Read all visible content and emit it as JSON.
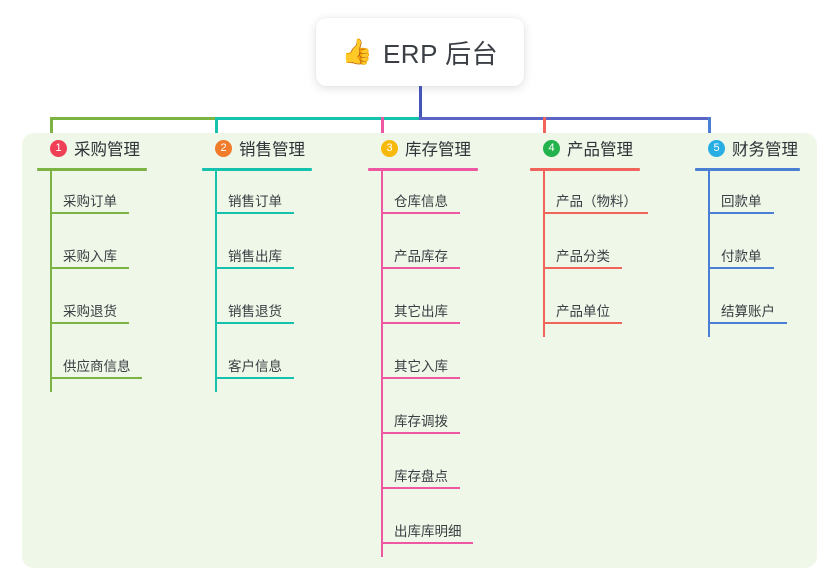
{
  "canvas": {
    "background": "#ffffff",
    "panel_background": "#eef7e8"
  },
  "root": {
    "icon": "thumbs-up-icon",
    "icon_glyph": "👍",
    "title": "ERP 后台",
    "card_background": "#ffffff"
  },
  "connectors": {
    "stem_color": "#4355b9",
    "bar_segments": [
      {
        "color": "#7cb342"
      },
      {
        "color": "#14c2ad"
      },
      {
        "color": "#5b63c4"
      }
    ]
  },
  "columns": [
    {
      "index": "1",
      "title": "采购管理",
      "color": "#7cb342",
      "badge_color": "#ef4056",
      "items": [
        {
          "label": "采购订单"
        },
        {
          "label": "采购入库"
        },
        {
          "label": "采购退货"
        },
        {
          "label": "供应商信息"
        }
      ]
    },
    {
      "index": "2",
      "title": "销售管理",
      "color": "#14c2ad",
      "badge_color": "#f07b2a",
      "items": [
        {
          "label": "销售订单"
        },
        {
          "label": "销售出库"
        },
        {
          "label": "销售退货"
        },
        {
          "label": "客户信息"
        }
      ]
    },
    {
      "index": "3",
      "title": "库存管理",
      "color": "#ee57a1",
      "badge_color": "#f7b90c",
      "items": [
        {
          "label": "仓库信息"
        },
        {
          "label": "产品库存"
        },
        {
          "label": "其它出库"
        },
        {
          "label": "其它入库"
        },
        {
          "label": "库存调拨"
        },
        {
          "label": "库存盘点"
        },
        {
          "label": "出库库明细"
        }
      ]
    },
    {
      "index": "4",
      "title": "产品管理",
      "color": "#f0645c",
      "badge_color": "#24b24c",
      "items": [
        {
          "label": "产品（物料）"
        },
        {
          "label": "产品分类"
        },
        {
          "label": "产品单位"
        }
      ]
    },
    {
      "index": "5",
      "title": "财务管理",
      "color": "#4a7fd4",
      "badge_color": "#29aee4",
      "items": [
        {
          "label": "回款单"
        },
        {
          "label": "付款单"
        },
        {
          "label": "结算账户"
        }
      ]
    }
  ]
}
